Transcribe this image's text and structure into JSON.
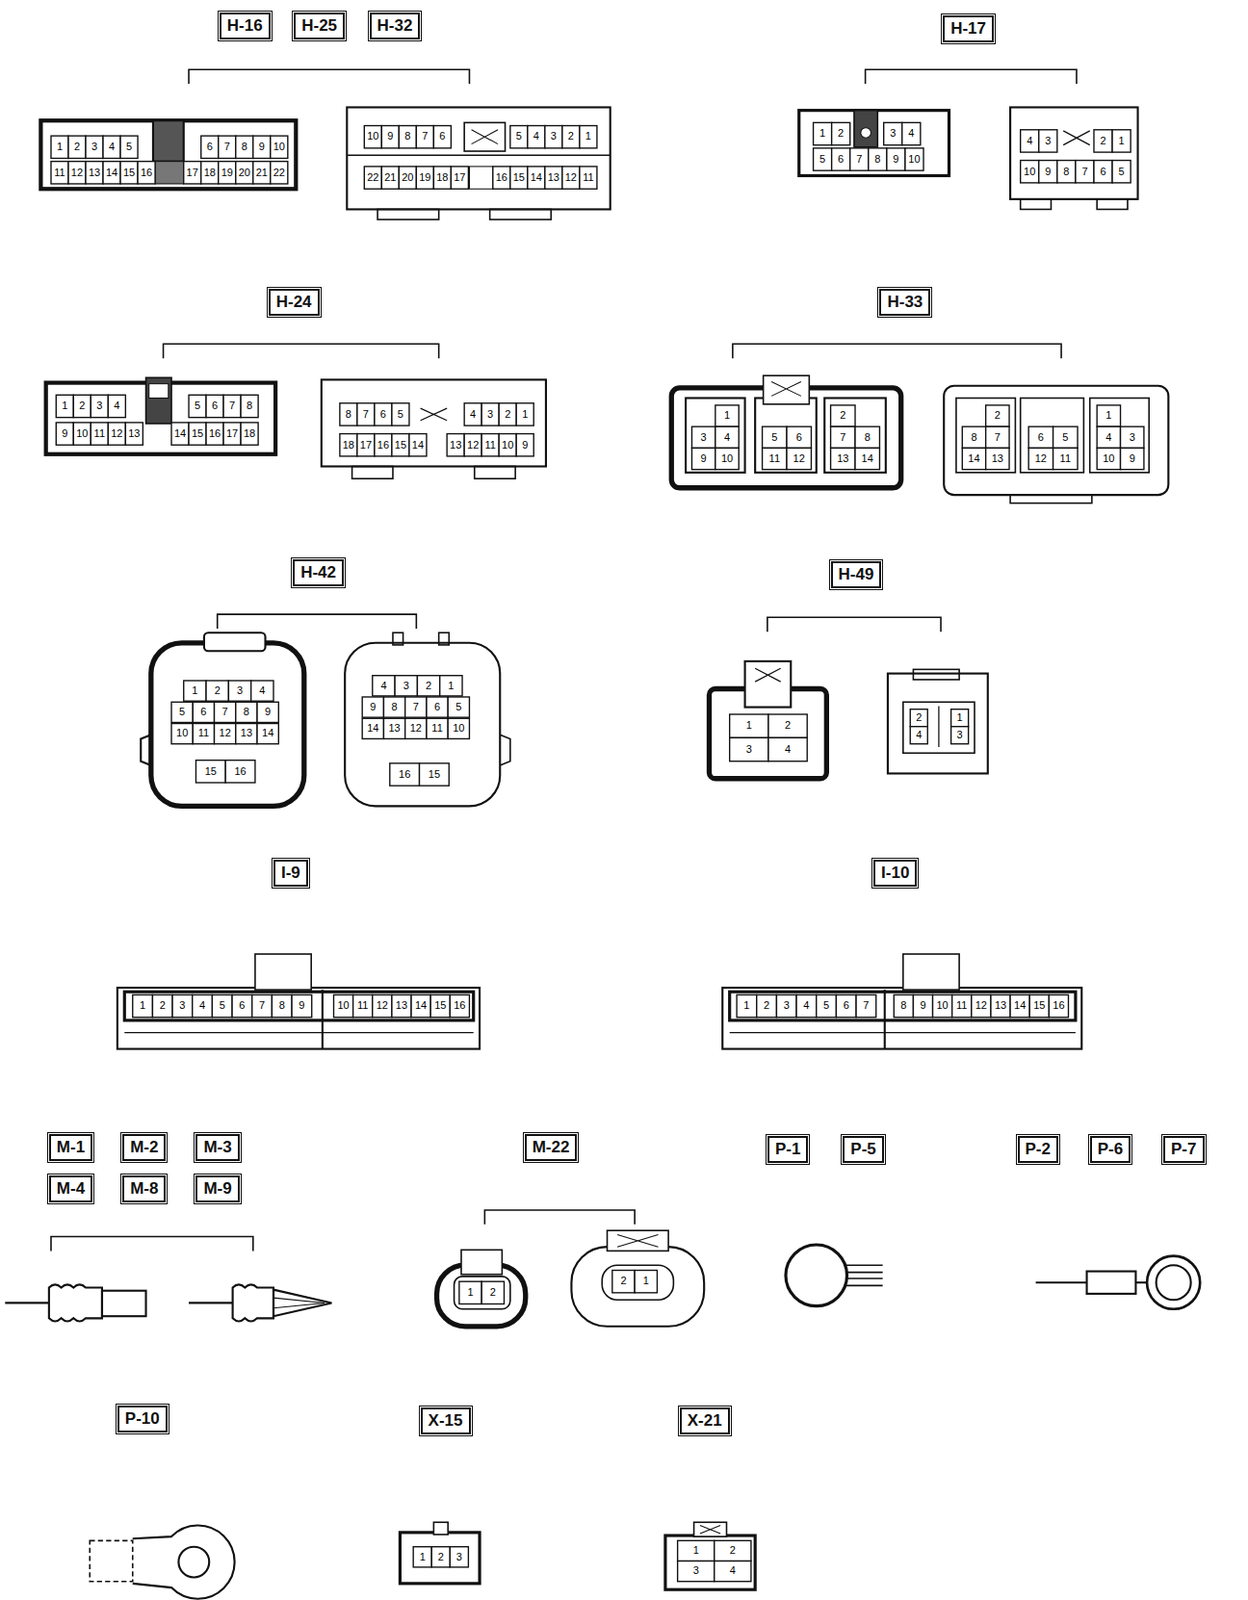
{
  "diagram": {
    "nodes": [
      {
        "text": [
          "H-16"
        ]
      },
      {
        "text": [
          "H-25"
        ]
      },
      {
        "text": [
          "H-32"
        ]
      },
      {
        "text": [
          "H-17"
        ]
      },
      {
        "text": [
          "H-24"
        ]
      },
      {
        "text": [
          "H-33"
        ]
      },
      {
        "text": [
          "H-42"
        ]
      },
      {
        "text": [
          "H-49"
        ]
      },
      {
        "text": [
          "I-9"
        ]
      },
      {
        "text": [
          "I-10"
        ]
      },
      {
        "text": [
          "M-1"
        ]
      },
      {
        "text": [
          "M-2"
        ]
      },
      {
        "text": [
          "M-3"
        ]
      },
      {
        "text": [
          "M-22"
        ]
      },
      {
        "text": [
          "P-1"
        ]
      },
      {
        "text": [
          "P-5"
        ]
      },
      {
        "text": [
          "P-2"
        ]
      },
      {
        "text": [
          "P-6"
        ]
      },
      {
        "text": [
          "P-7"
        ]
      },
      {
        "text": [
          "M-4"
        ]
      },
      {
        "text": [
          "M-8"
        ]
      },
      {
        "text": [
          "M-9"
        ]
      },
      {
        "text": [
          "P-10"
        ]
      },
      {
        "text": [
          "X-15"
        ]
      },
      {
        "text": [
          "X-21"
        ]
      }
    ],
    "labels": [
      "1",
      "2",
      "3",
      "4",
      "5",
      "6",
      "7",
      "8",
      "9",
      "10",
      "11",
      "12",
      "13",
      "14",
      "15",
      "16",
      "17",
      "18",
      "19",
      "20",
      "21",
      "22",
      "10",
      "9",
      "8",
      "7",
      "6",
      "5",
      "4",
      "3",
      "2",
      "1",
      "22",
      "21",
      "20",
      "19",
      "18",
      "17",
      "16",
      "15",
      "14",
      "13",
      "12",
      "11",
      "1",
      "2",
      "3",
      "4",
      "5",
      "6",
      "7",
      "8",
      "9",
      "10",
      "4",
      "3",
      "2",
      "1",
      "10",
      "9",
      "8",
      "7",
      "6",
      "5",
      "1",
      "2",
      "3",
      "4",
      "5",
      "6",
      "7",
      "8",
      "9",
      "10",
      "11",
      "12",
      "13",
      "14",
      "15",
      "16",
      "17",
      "18",
      "8",
      "7",
      "6",
      "5",
      "4",
      "3",
      "2",
      "1",
      "18",
      "17",
      "16",
      "15",
      "14",
      "13",
      "12",
      "11",
      "10",
      "9",
      "1",
      "3",
      "4",
      "9",
      "10",
      "5",
      "6",
      "11",
      "12",
      "2",
      "7",
      "8",
      "13",
      "14",
      "2",
      "8",
      "7",
      "14",
      "13",
      "6",
      "5",
      "12",
      "11",
      "1",
      "4",
      "3",
      "10",
      "9",
      "1",
      "2",
      "3",
      "4",
      "5",
      "6",
      "7",
      "8",
      "9",
      "10",
      "11",
      "12",
      "13",
      "14",
      "15",
      "16",
      "4",
      "3",
      "2",
      "1",
      "9",
      "8",
      "7",
      "6",
      "5",
      "14",
      "13",
      "12",
      "11",
      "10",
      "16",
      "15",
      "1",
      "2",
      "3",
      "4",
      "2",
      "4",
      "1",
      "3",
      "1",
      "2",
      "3",
      "4",
      "5",
      "6",
      "7",
      "8",
      "9",
      "10",
      "11",
      "12",
      "13",
      "14",
      "15",
      "16",
      "1",
      "2",
      "3",
      "4",
      "5",
      "6",
      "7",
      "8",
      "9",
      "10",
      "11",
      "12",
      "13",
      "14",
      "15",
      "16",
      "1",
      "2",
      "2",
      "1",
      "1",
      "2",
      "3",
      "1",
      "2",
      "3",
      "4"
    ]
  }
}
